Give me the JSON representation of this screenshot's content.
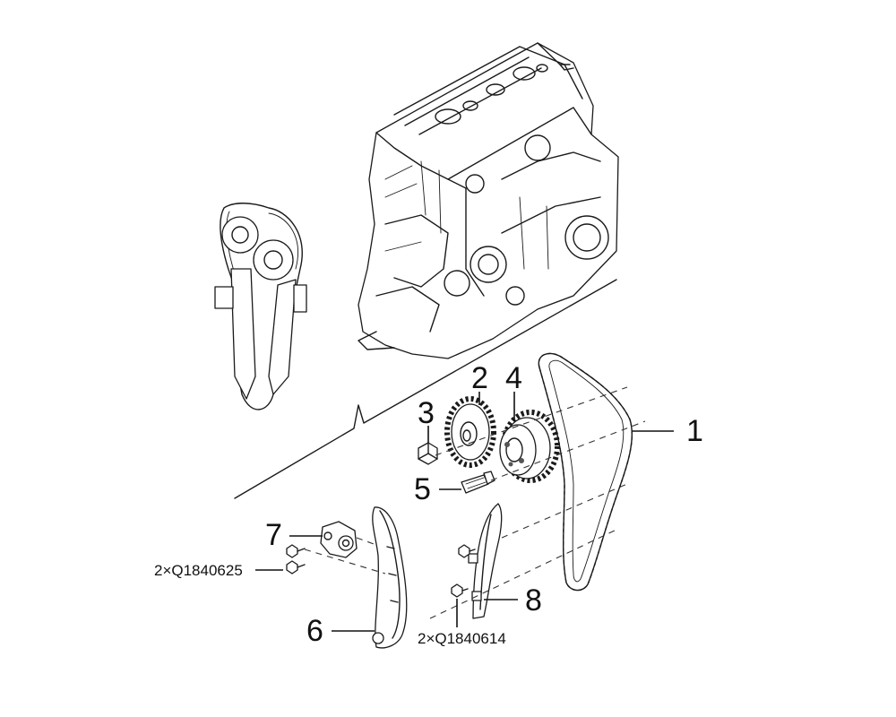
{
  "callouts": [
    {
      "id": "1",
      "text": "1"
    },
    {
      "id": "2",
      "text": "2"
    },
    {
      "id": "3",
      "text": "3"
    },
    {
      "id": "4",
      "text": "4"
    },
    {
      "id": "5",
      "text": "5"
    },
    {
      "id": "6",
      "text": "6"
    },
    {
      "id": "7",
      "text": "7"
    },
    {
      "id": "8",
      "text": "8"
    }
  ],
  "part_notes": [
    {
      "id": "q1840625",
      "text": "2×Q1840625"
    },
    {
      "id": "q1840614",
      "text": "2×Q1840614"
    }
  ]
}
